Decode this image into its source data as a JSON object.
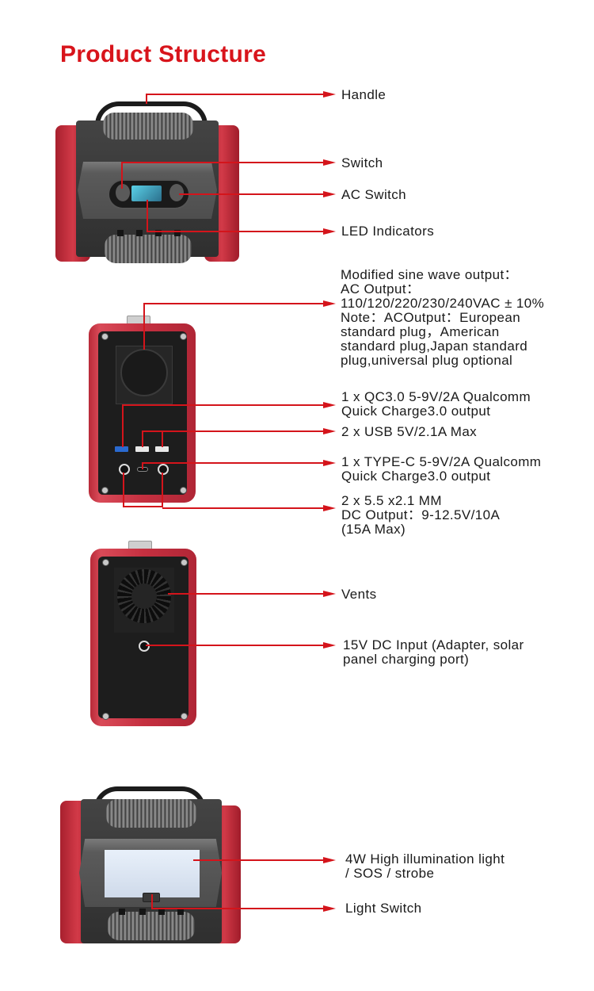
{
  "page": {
    "title": "Product Structure",
    "accent_color": "#d8141b"
  },
  "views": {
    "front": {
      "labels": {
        "handle": "Handle",
        "switch": "Switch",
        "ac_switch": "AC Switch",
        "led_indicators": "LED Indicators"
      }
    },
    "output_side": {
      "labels": {
        "ac_output": "Modified sine wave output：\nAC Output：\n110/120/220/230/240VAC ± 10%\nNote：ACOutput：European\nstandard plug，American\nstandard plug,Japan standard\nplug,universal plug optional",
        "qc30": "1 x QC3.0 5-9V/2A Qualcomm\nQuick Charge3.0 output",
        "usb": "2 x USB 5V/2.1A Max",
        "type_c": "1 x TYPE-C 5-9V/2A Qualcomm\nQuick Charge3.0 output",
        "dc_output": "2 x 5.5 x2.1 MM\nDC Output：9-12.5V/10A\n(15A Max)"
      }
    },
    "input_side": {
      "labels": {
        "vents": "Vents",
        "dc_input": "15V DC Input (Adapter, solar\npanel charging port)"
      }
    },
    "back": {
      "labels": {
        "light": "4W High illumination light\n/ SOS / strobe",
        "light_switch": "Light Switch"
      }
    }
  }
}
